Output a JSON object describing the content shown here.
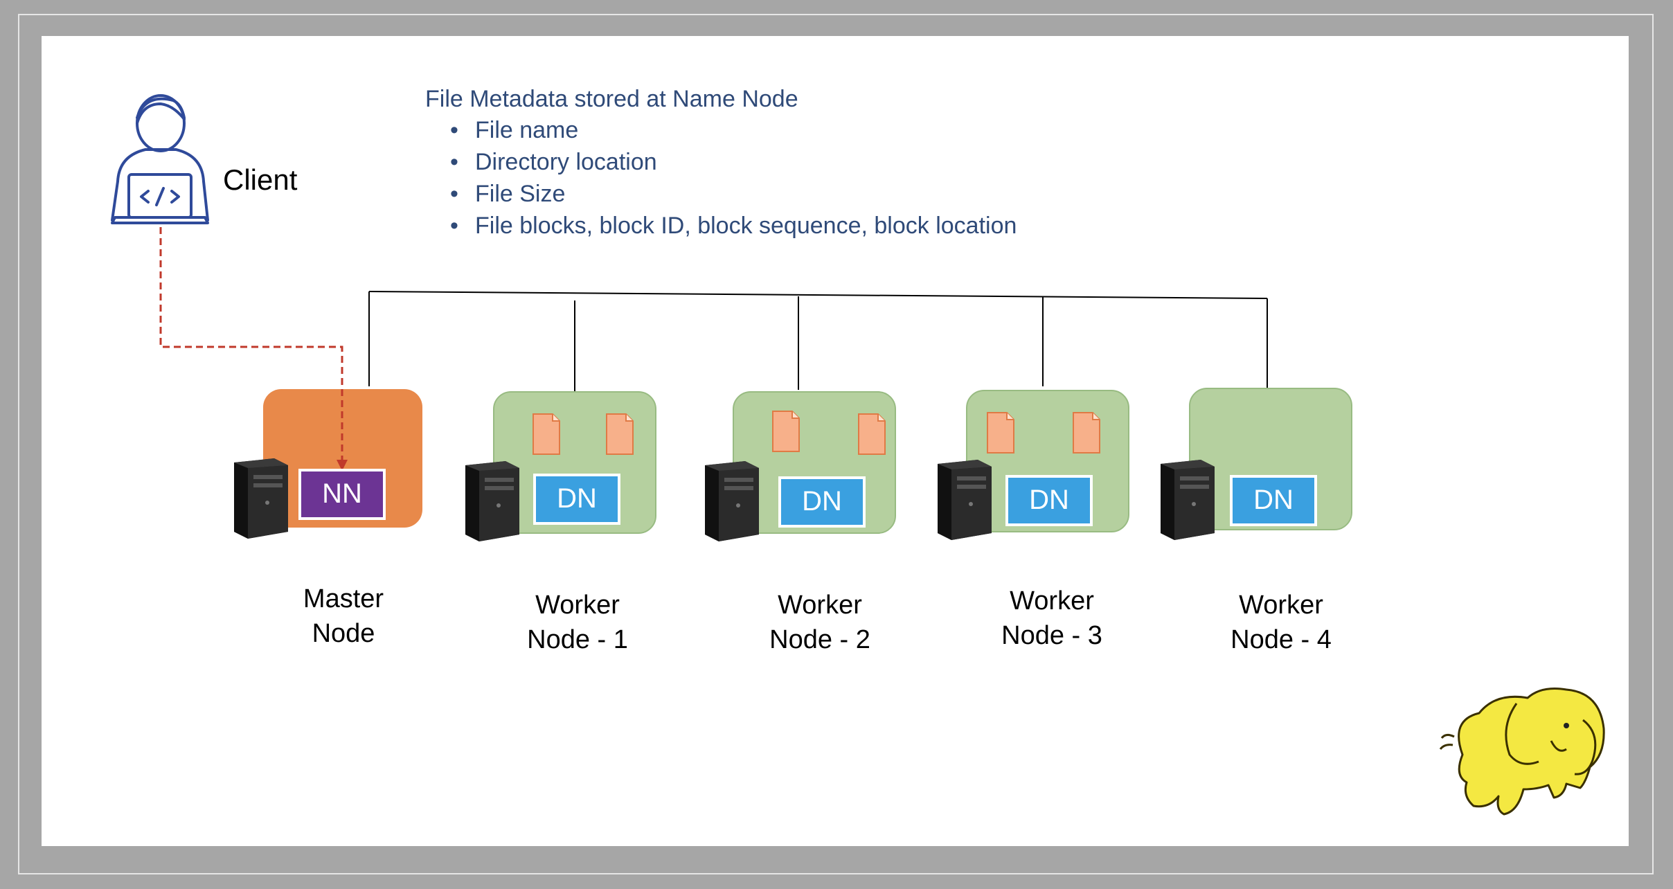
{
  "client": {
    "label": "Client"
  },
  "metadata": {
    "title": "File Metadata stored at Name Node",
    "items": [
      "File name",
      "Directory location",
      "File Size",
      "File blocks, block ID, block sequence, block location"
    ]
  },
  "nodes": [
    {
      "tag": "NN",
      "label_line1": "Master",
      "label_line2": "Node"
    },
    {
      "tag": "DN",
      "label_line1": "Worker",
      "label_line2": "Node - 1"
    },
    {
      "tag": "DN",
      "label_line1": "Worker",
      "label_line2": "Node - 2"
    },
    {
      "tag": "DN",
      "label_line1": "Worker",
      "label_line2": "Node - 3"
    },
    {
      "tag": "DN",
      "label_line1": "Worker",
      "label_line2": "Node - 4"
    }
  ],
  "colors": {
    "master": "#e8894a",
    "worker": "#b5d09f",
    "name_node_tag": "#6c3494",
    "data_node_tag": "#3aa0e0",
    "client_arrow": "#c0392b",
    "metadata_text": "#2f4a78"
  },
  "icons": {
    "client": "developer-laptop-icon",
    "server": "server-tower-icon",
    "file": "file-block-icon",
    "logo": "hadoop-elephant-logo"
  }
}
